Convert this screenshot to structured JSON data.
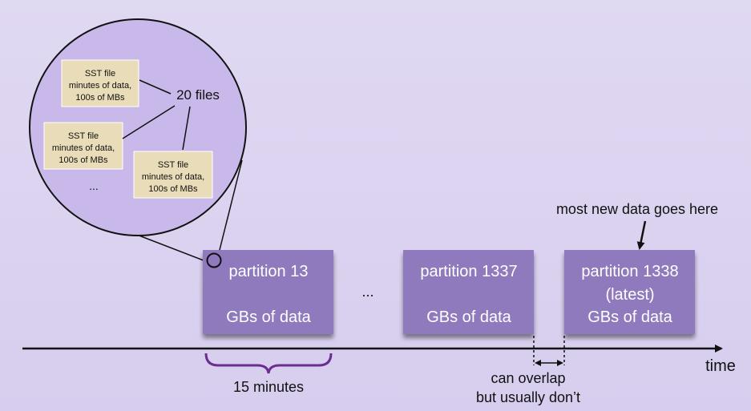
{
  "colors": {
    "background": "#dcd3f0",
    "partition_fill": "#8e7abd",
    "zoom_circle_fill": "#c9b9ea",
    "sst_fill": "#e9dcb8",
    "brace": "#6b2d91",
    "line": "#111111"
  },
  "zoom": {
    "sst_files": [
      {
        "line1": "SST file",
        "line2": "minutes of data,",
        "line3": "100s of MBs"
      },
      {
        "line1": "SST file",
        "line2": "minutes of data,",
        "line3": "100s of MBs"
      },
      {
        "line1": "SST file",
        "line2": "minutes of data,",
        "line3": "100s of MBs"
      }
    ],
    "files_label": "20 files",
    "ellipsis": "..."
  },
  "partitions": [
    {
      "name": "partition 13",
      "sub": "",
      "size": "GBs of data"
    },
    {
      "name": "partition 1337",
      "sub": "",
      "size": "GBs of data"
    },
    {
      "name": "partition 1338",
      "sub": "(latest)",
      "size": "GBs of data"
    }
  ],
  "between_ellipsis": "...",
  "annotations": {
    "new_data": "most new data goes here",
    "duration": "15 minutes",
    "overlap_line1": "can overlap",
    "overlap_line2": "but usually don’t",
    "time_axis": "time"
  }
}
